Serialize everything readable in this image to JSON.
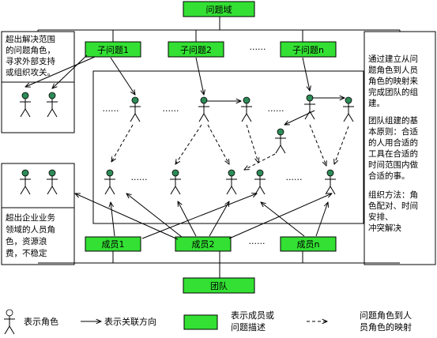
{
  "colors": {
    "box_fill": "#33e033",
    "box_stroke": "#000000",
    "head_fill": "#2e8b57",
    "line": "#000000"
  },
  "boxes": {
    "domain": "问题域",
    "sub1": "子问题1",
    "sub2": "子问题2",
    "subn": "子问题n",
    "sub_dots": "······",
    "member1": "成员1",
    "member2": "成员2",
    "membern": "成员n",
    "member_dots": "······",
    "team": "团队"
  },
  "notes": {
    "top_left": [
      "超出解决范围",
      "的问题角色，",
      "寻求外部支持",
      "或组织攻关。"
    ],
    "bottom_left": [
      "超出企业业务",
      "领域的人员角",
      "色，资源浪",
      "费，不稳定"
    ],
    "right_1": [
      "通过建立从问",
      "题角色到人员",
      "角色的映射来",
      "完成团队的组",
      "建。"
    ],
    "right_2": [
      "团队组建的基",
      "本原则：合适",
      "的人用合适的",
      "工具在合适的",
      "时间范围内做",
      "合适的事。"
    ],
    "right_3": [
      "组织方法：角",
      "色配对、时间",
      "安排、",
      "冲突解决"
    ]
  },
  "row_dots": [
    "······",
    "······",
    "······",
    "······",
    "······"
  ],
  "legend": {
    "role": "表示角色",
    "direction": "表示关联方向",
    "box": [
      "表示成员或",
      "问题描述"
    ],
    "mapping": [
      "问题角色到人",
      "员角色的映射"
    ]
  }
}
